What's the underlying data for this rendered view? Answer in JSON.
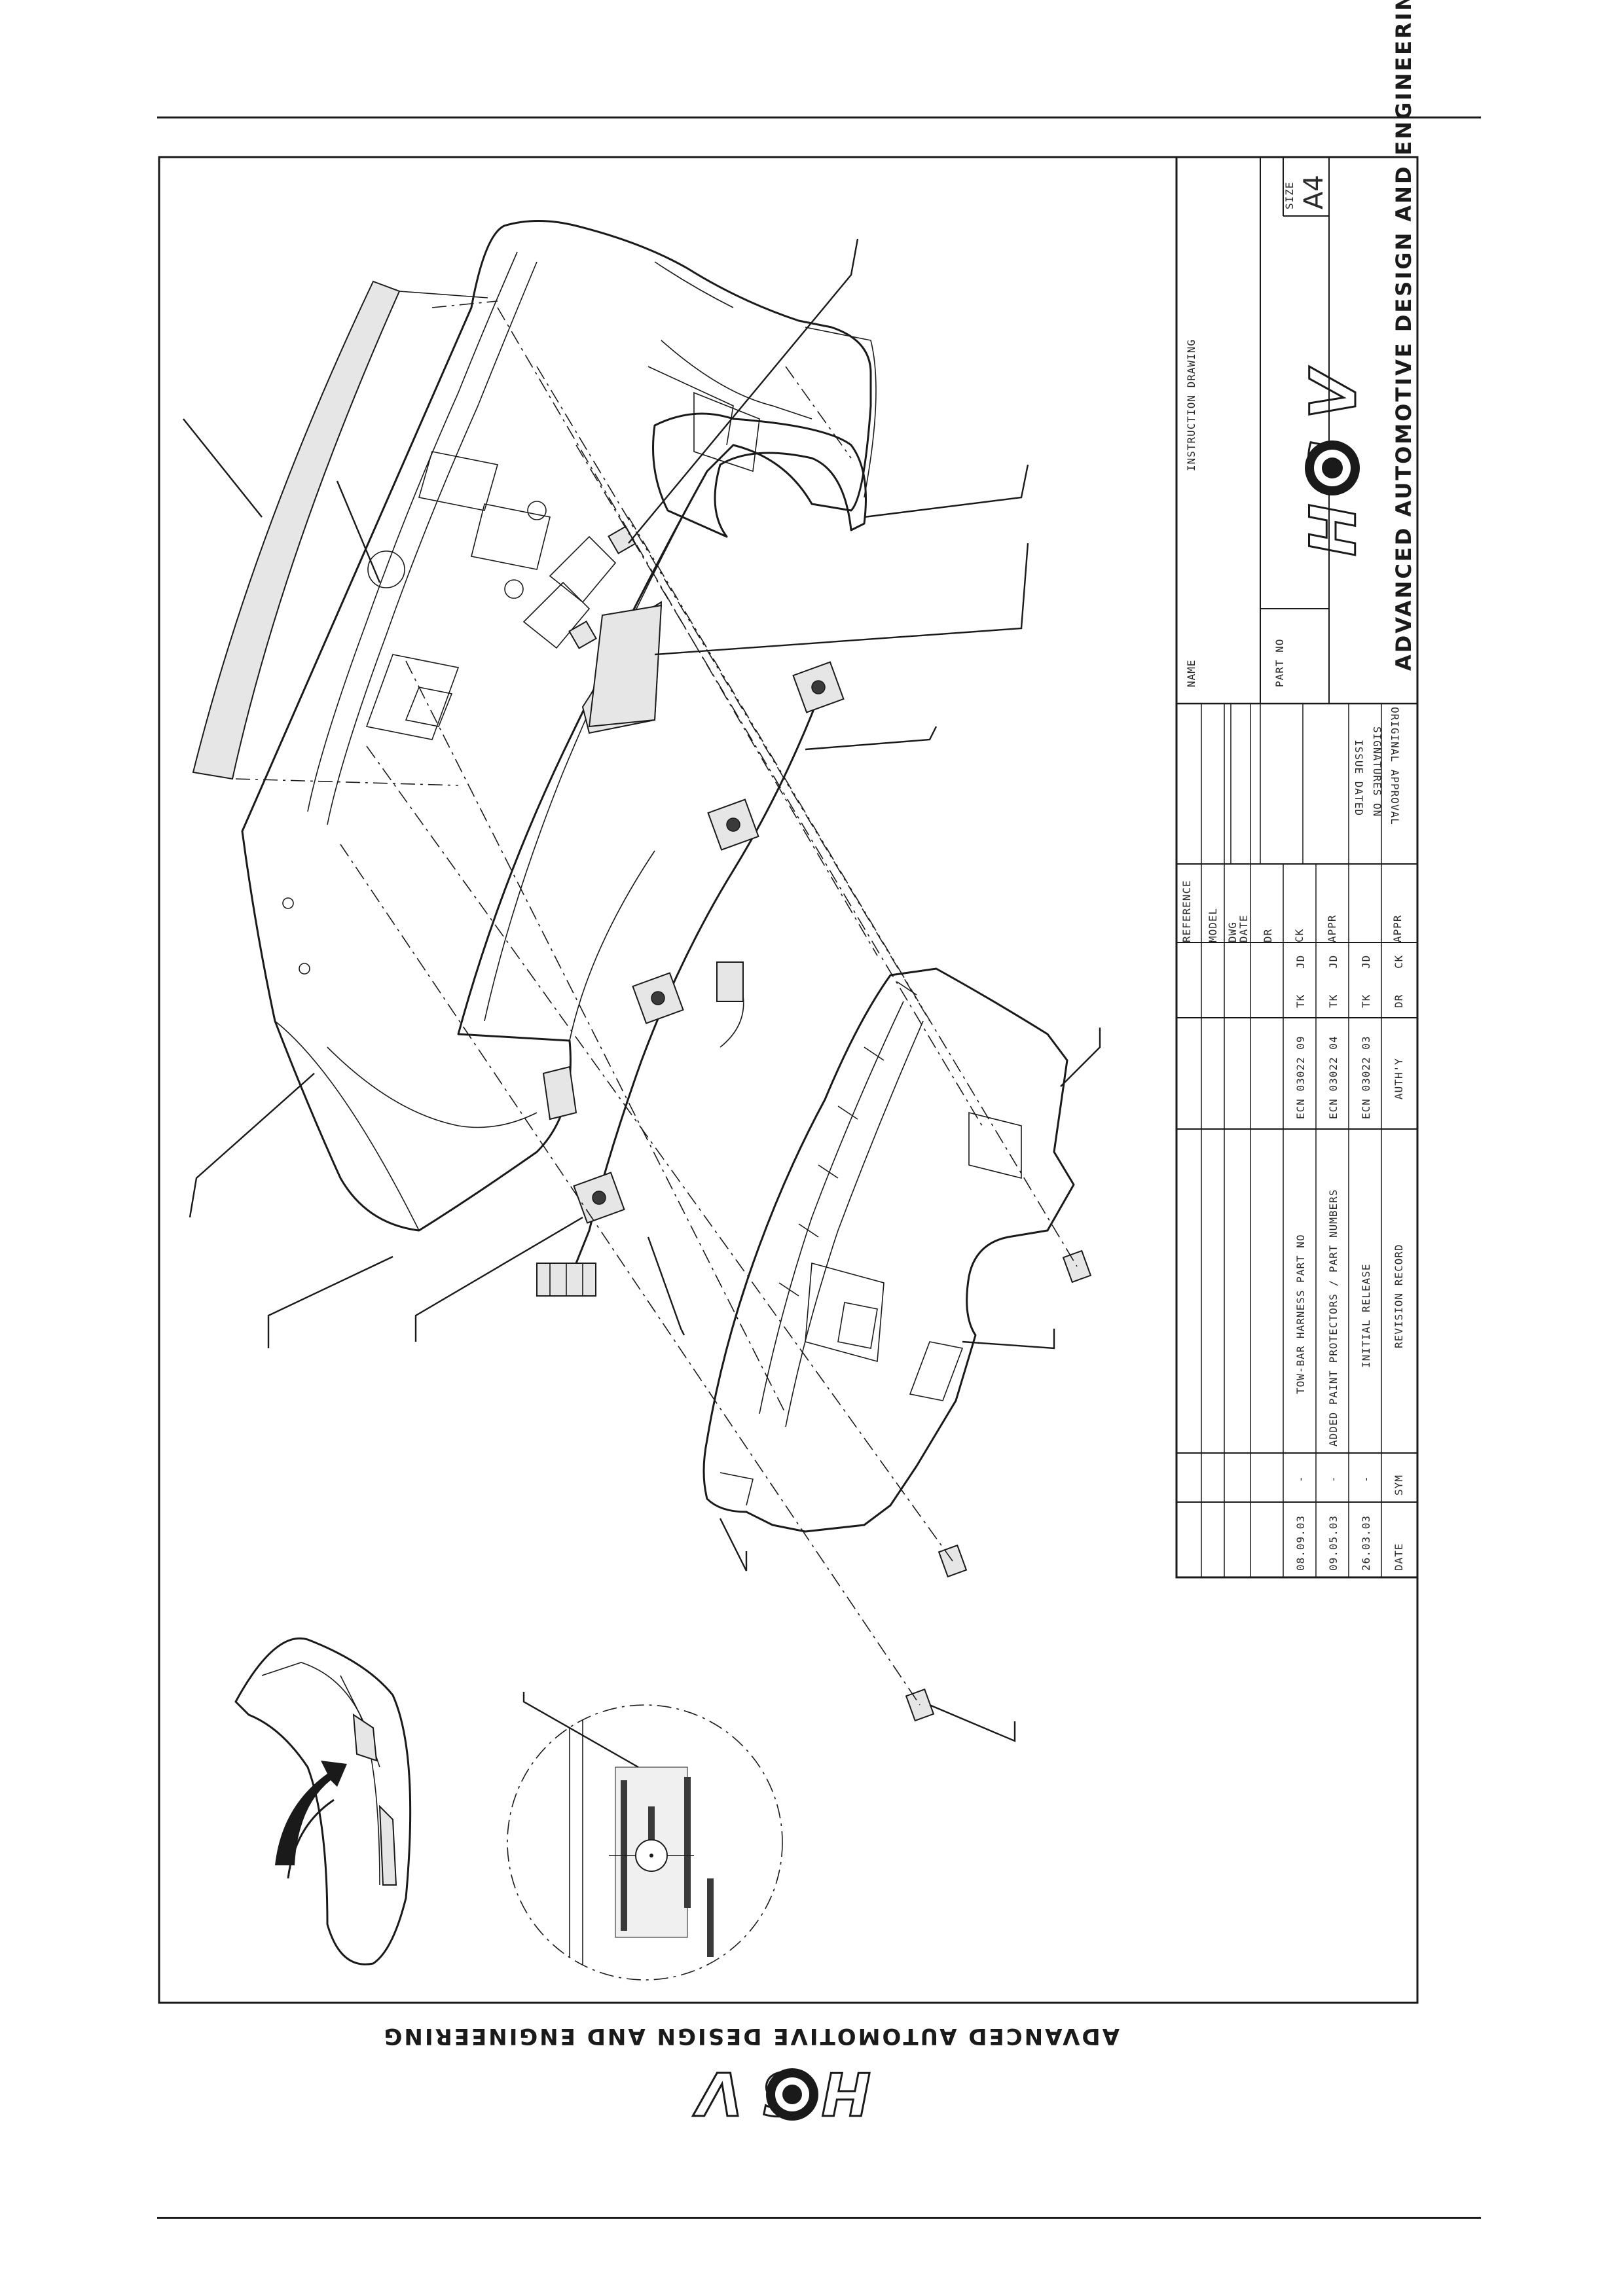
{
  "title_block": {
    "reference_label": "REFERENCE",
    "model_label": "MODEL",
    "dwg_label": "DWG",
    "date_label": "DATE",
    "dr_label": "DR",
    "ck_label": "CK",
    "appr_label": "APPR",
    "name_label": "NAME",
    "name_value": "INSTRUCTION DRAWING",
    "part_no_label": "PART NO",
    "size_label": "SIZE",
    "size_value": "A4",
    "approval_line1": "ORIGINAL APPROVAL",
    "approval_line2": "SIGNATURES ON",
    "approval_line3": "ISSUE DATED",
    "revisions": [
      {
        "date": "08.09.03",
        "sym": "-",
        "description": "TOW-BAR HARNESS PART NO",
        "authy": "ECN 03022 09",
        "dr": "TK",
        "ck": "JD"
      },
      {
        "date": "09.05.03",
        "sym": "-",
        "description": "ADDED PAINT PROTECTORS / PART NUMBERS",
        "authy": "ECN 03022 04",
        "dr": "TK",
        "ck": "JD"
      },
      {
        "date": "26.03.03",
        "sym": "-",
        "description": "INITIAL RELEASE",
        "authy": "ECN 03022 03",
        "dr": "TK",
        "ck": "JD"
      }
    ],
    "header": {
      "date": "DATE",
      "sym": "SYM",
      "description": "REVISION RECORD",
      "authy": "AUTH'Y",
      "dr": "DR",
      "ck": "CK"
    }
  },
  "company": {
    "tagline": "ADVANCED AUTOMOTIVE DESIGN AND ENGINEERING",
    "logo": "HSV"
  },
  "footer": {
    "tagline": "ADVANCED AUTOMOTIVE DESIGN AND ENGINEERING",
    "logo": "HSV"
  }
}
